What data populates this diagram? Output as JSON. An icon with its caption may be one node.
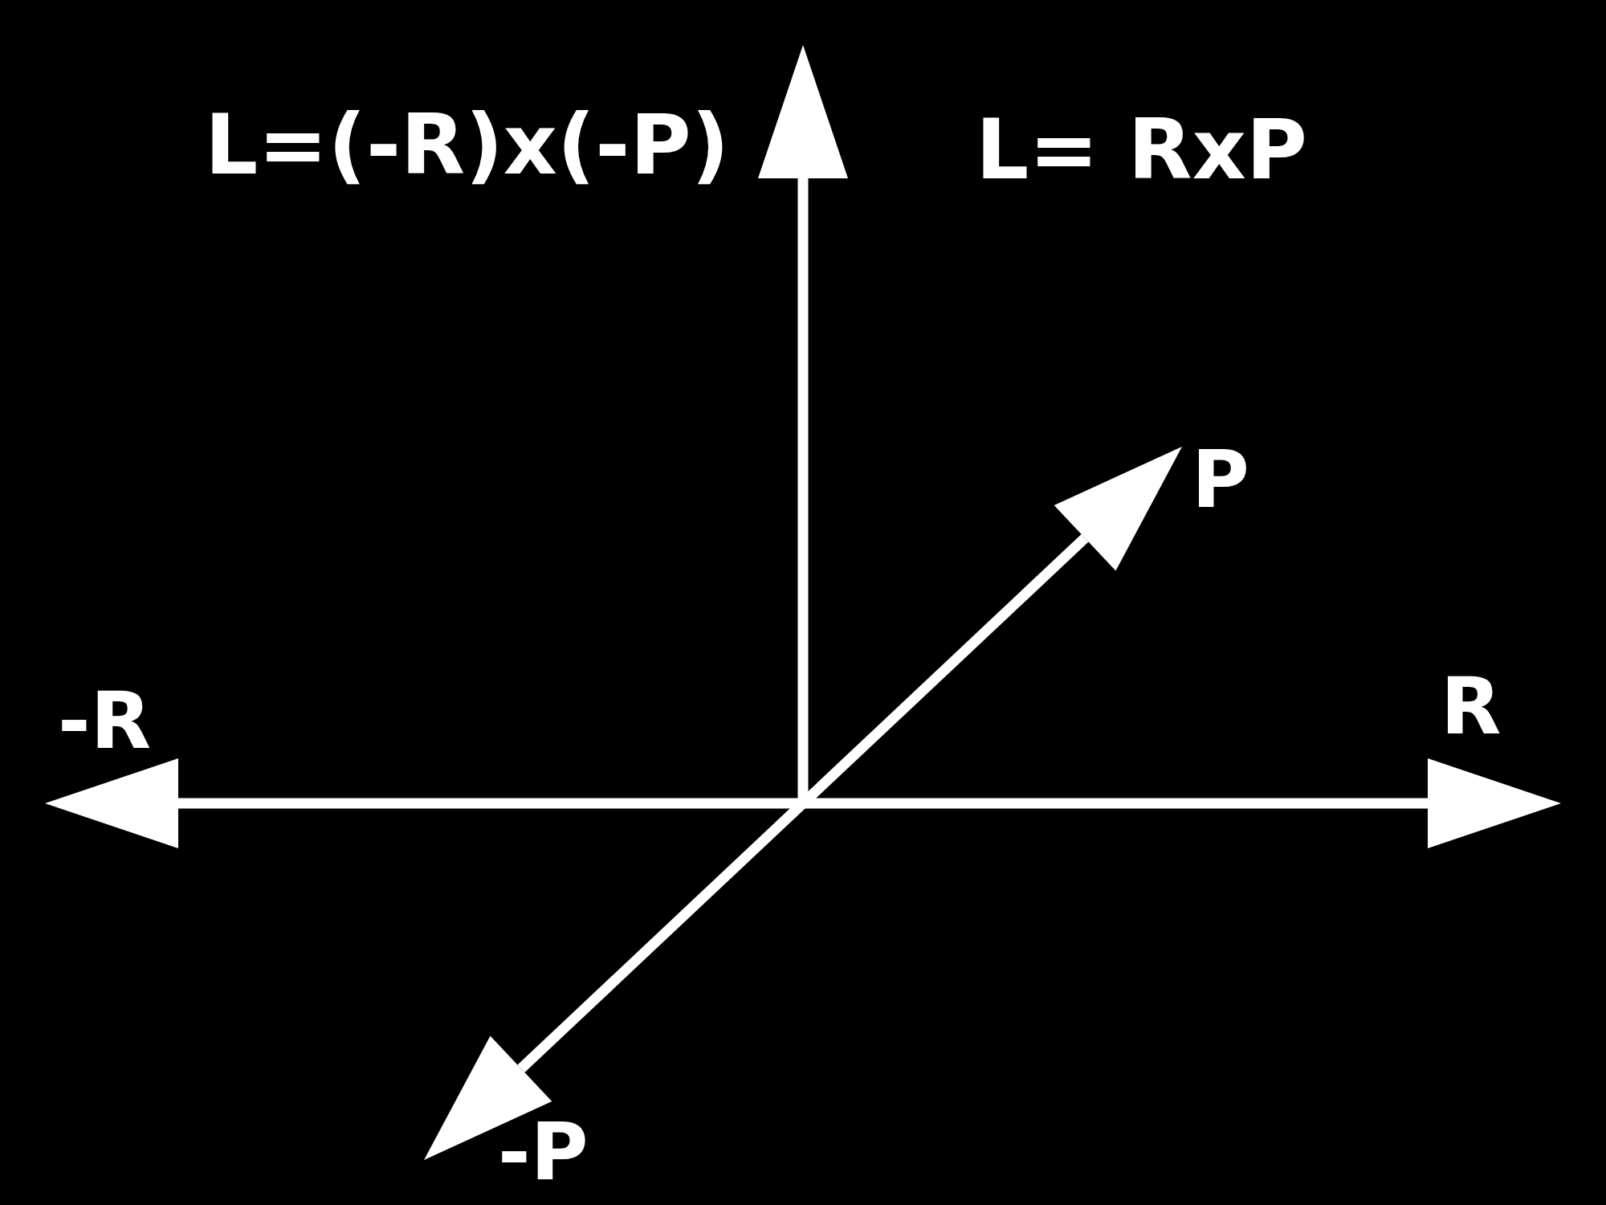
{
  "diagram": {
    "labels": [
      "L=(-R)x(-P)",
      "L= RxP",
      "P",
      "-R",
      "R",
      "-P"
    ]
  }
}
